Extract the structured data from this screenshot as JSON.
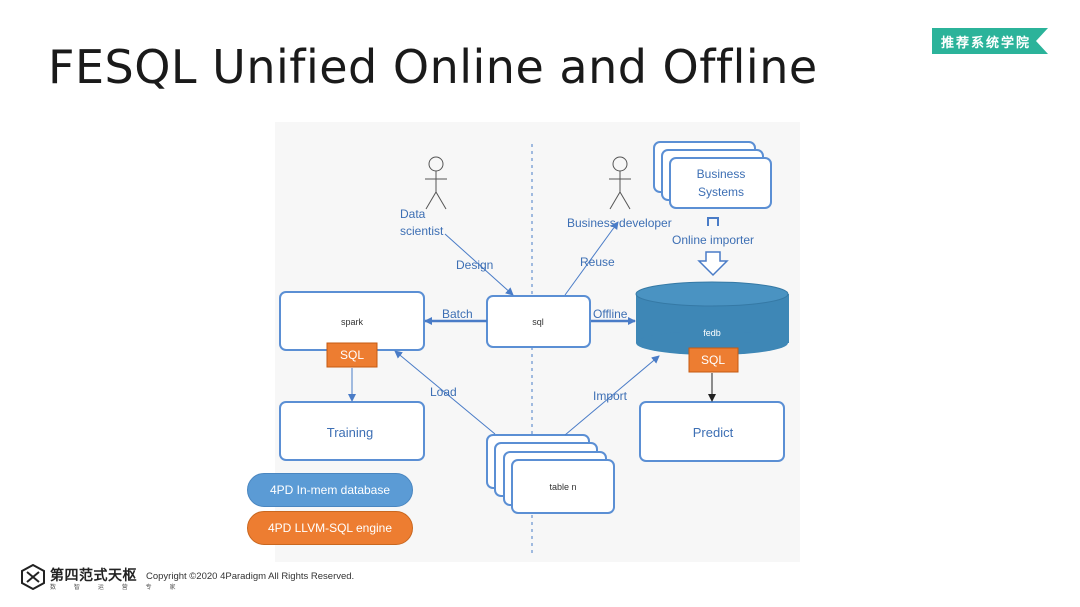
{
  "slide": {
    "title": "FESQL Unified Online and Offline",
    "badge": "推荐系统学院",
    "brand_name": "第四范式天枢",
    "brand_sub": "数 智 运 营 专 家",
    "copyright": "Copyright ©2020 4Paradigm All Rights Reserved."
  },
  "diagram": {
    "actors": {
      "data_scientist": "Data\nscientist",
      "business_developer": "Business developer"
    },
    "nodes": {
      "spark": "spark",
      "sql_engine_tag_left": "SQL",
      "sql": "sql",
      "fedb": "fedb",
      "sql_engine_tag_right": "SQL",
      "training": "Training",
      "predict": "Predict",
      "table_n": "table n",
      "business_systems": "Business\nSystems"
    },
    "edges": {
      "design": "Design",
      "reuse": "Reuse",
      "batch": "Batch",
      "offline": "Offline",
      "load": "Load",
      "import": "Import",
      "online_importer": "Online importer"
    },
    "legend": {
      "in_mem_db": "4PD In-mem database",
      "llvm_sql": "4PD LLVM-SQL engine"
    },
    "colors": {
      "line_blue": "#4a7cc7",
      "box_border": "#5b8fd4",
      "label_blue": "#3d6fb4",
      "fedb_fill": "#3e87b6",
      "sql_tag_fill": "#ed7d31",
      "legend_blue": "#5b9bd5",
      "legend_orange": "#ed7d31",
      "badge_green": "#2bb39a"
    }
  }
}
